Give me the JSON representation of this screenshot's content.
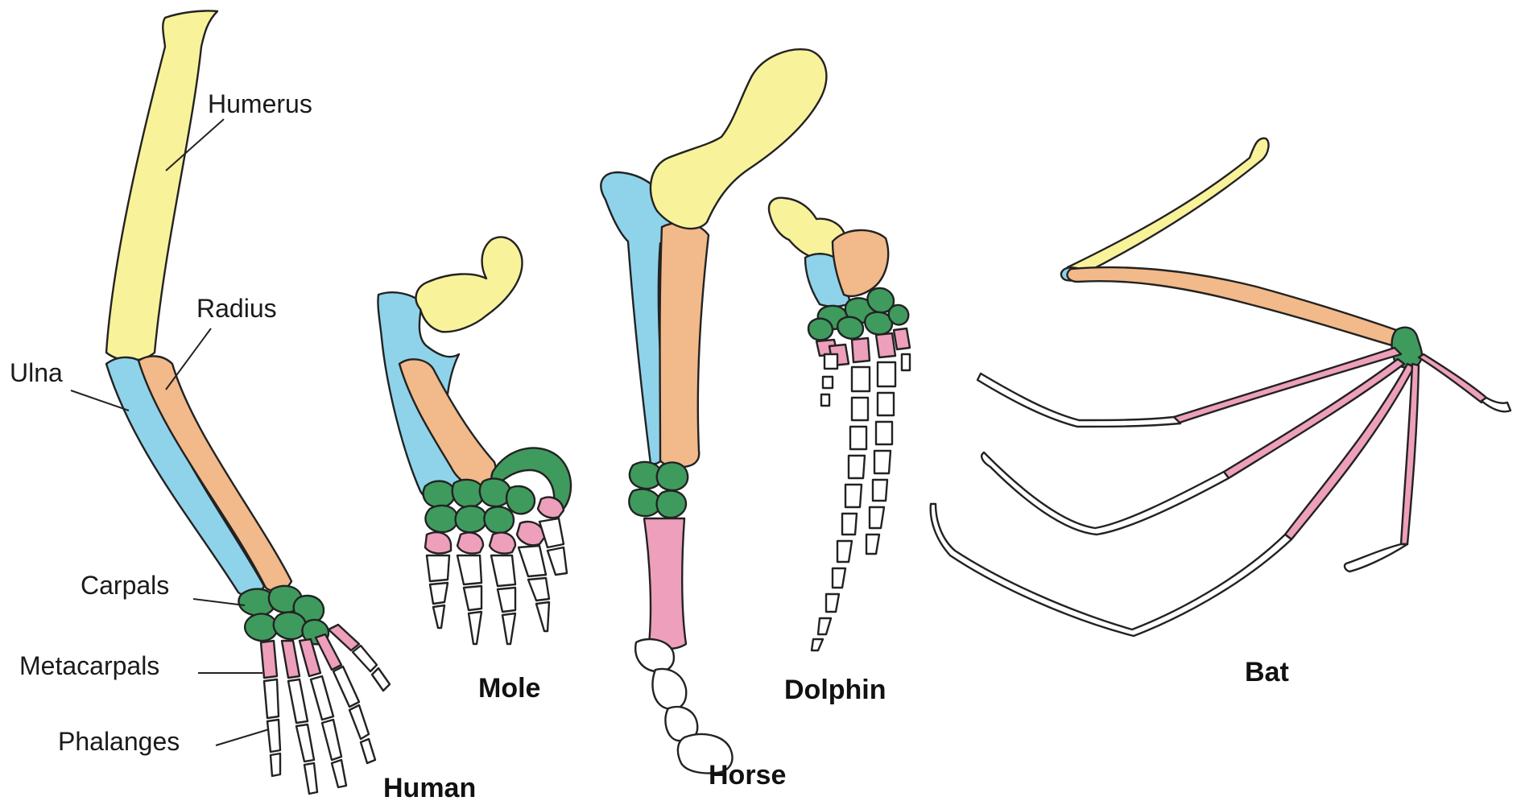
{
  "labels": {
    "humerus": "Humerus",
    "radius": "Radius",
    "ulna": "Ulna",
    "carpals": "Carpals",
    "metacarpals": "Metacarpals",
    "phalanges": "Phalanges"
  },
  "species": {
    "human": "Human",
    "mole": "Mole",
    "horse": "Horse",
    "dolphin": "Dolphin",
    "bat": "Bat"
  },
  "colors": {
    "humerus": "#f8f29a",
    "radius": "#f2b98a",
    "ulna": "#8fd3ea",
    "carpals": "#3f9a5e",
    "metacarpals": "#ee9fbb",
    "phalanges": "#ffffff",
    "outline": "#222222"
  }
}
